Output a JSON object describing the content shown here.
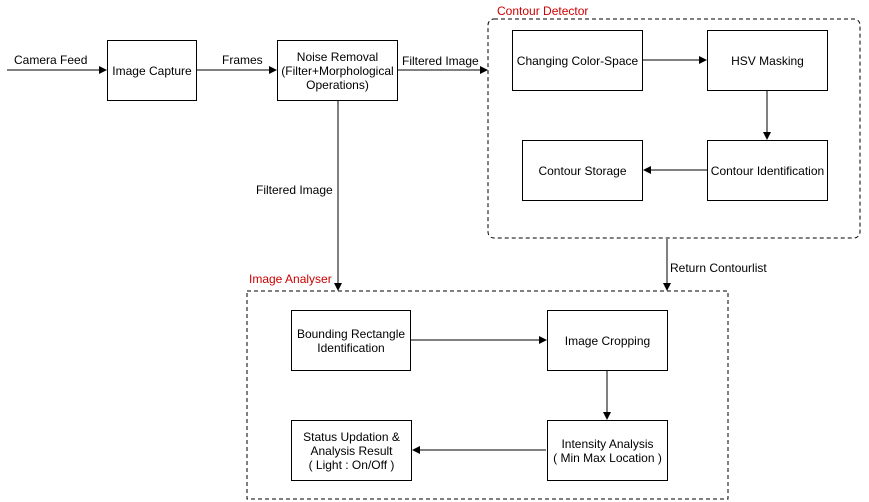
{
  "colors": {
    "group_title": "#cc0000",
    "stroke": "#000000"
  },
  "inputs": {
    "camera_feed": "Camera Feed"
  },
  "nodes": {
    "image_capture": "Image Capture",
    "noise_removal": "Noise Removal\n(Filter+Morphological\nOperations)",
    "changing_color_space": "Changing Color-Space",
    "hsv_masking": "HSV Masking",
    "contour_identification": "Contour Identification",
    "contour_storage": "Contour Storage",
    "bounding_rectangle": "Bounding Rectangle\nIdentification",
    "image_cropping": "Image Cropping",
    "intensity_analysis": "Intensity Analysis\n( Min Max Location )",
    "status_updation": "Status Updation &\nAnalysis Result\n( Light : On/Off )"
  },
  "edges": {
    "frames": "Frames",
    "filtered_image_right": "Filtered Image",
    "filtered_image_down": "Filtered Image",
    "return_contourlist": "Return Contourlist"
  },
  "groups": {
    "contour_detector": "Contour Detector",
    "image_analyser": "Image Analyser"
  }
}
